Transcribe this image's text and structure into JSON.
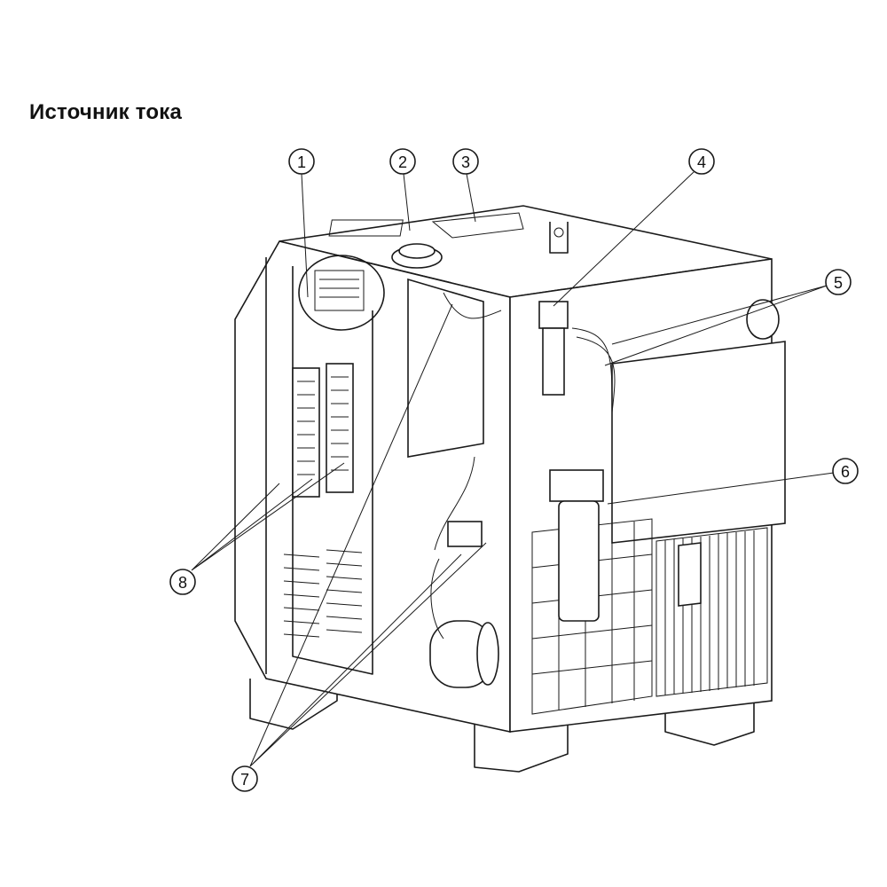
{
  "title": "Источник тока",
  "callouts": [
    {
      "label": "1"
    },
    {
      "label": "2"
    },
    {
      "label": "3"
    },
    {
      "label": "4"
    },
    {
      "label": "5"
    },
    {
      "label": "6"
    },
    {
      "label": "7"
    },
    {
      "label": "8"
    }
  ]
}
